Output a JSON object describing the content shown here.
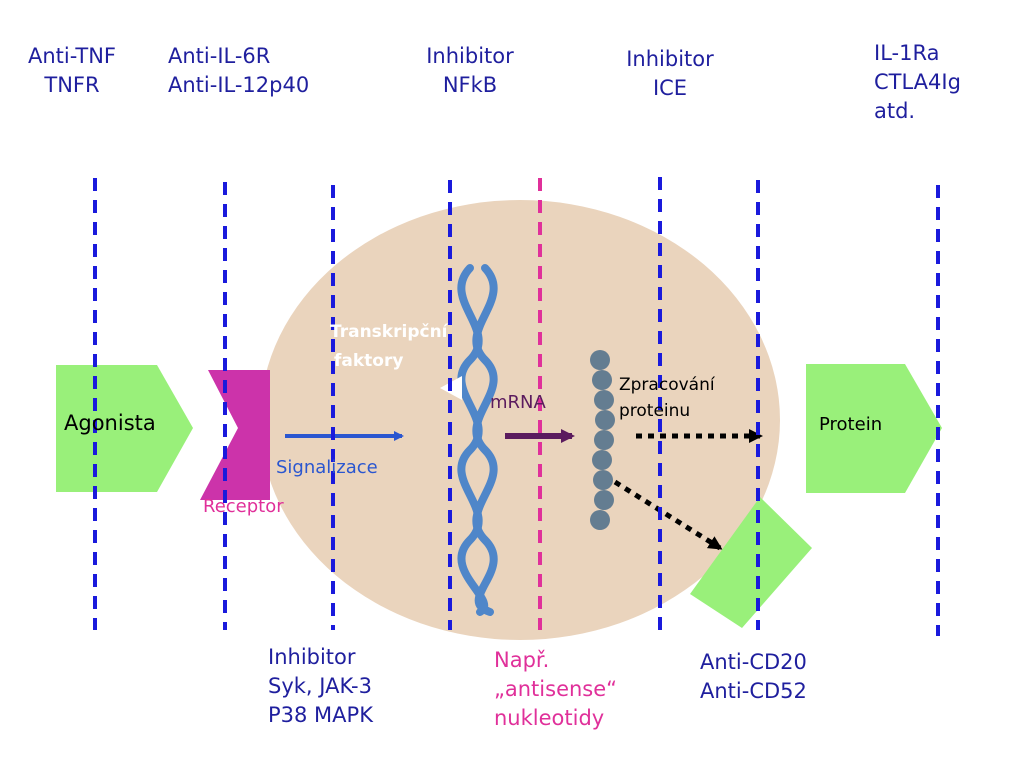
{
  "colors": {
    "text_blue": "#1f1f9e",
    "line_blue": "#1a1adc",
    "antisense_pink": "#e0309a",
    "cell": "#ead4bd",
    "agonist_green": "#99f07a",
    "receptor_magenta": "#cc33aa",
    "dna_blue": "#4f86c9",
    "protein_dots": "#647d91",
    "mrna_arrow": "#5b1b5e",
    "signal_arrow": "#2a56d0"
  },
  "top_labels": [
    {
      "lines": [
        "Anti-TNF",
        "TNFR"
      ]
    },
    {
      "lines": [
        "Anti-IL-6R",
        "Anti-IL-12p40"
      ]
    },
    {
      "lines": [
        "Inhibitor",
        "NFkB"
      ]
    },
    {
      "lines": [
        "Inhibitor",
        "ICE"
      ]
    },
    {
      "lines": [
        "IL-1Ra",
        "CTLA4Ig",
        "atd."
      ]
    }
  ],
  "bottom_labels": [
    {
      "lines": [
        "Inhibitor",
        "Syk, JAK-3",
        "P38 MAPK"
      ]
    },
    {
      "lines": [
        "Např.",
        "„antisense“",
        "nukleotidy"
      ]
    },
    {
      "lines": [
        "Anti-CD20",
        "Anti-CD52"
      ]
    }
  ],
  "inner_labels": {
    "agonist": "Agonista",
    "receptor": "Receptor",
    "signaling": "Signalizace",
    "transcription_factors": [
      "Transkripční",
      "faktory"
    ],
    "mrna": "mRNA",
    "protein_processing": [
      "Zpracování",
      "proteinu"
    ],
    "protein": "Protein"
  }
}
